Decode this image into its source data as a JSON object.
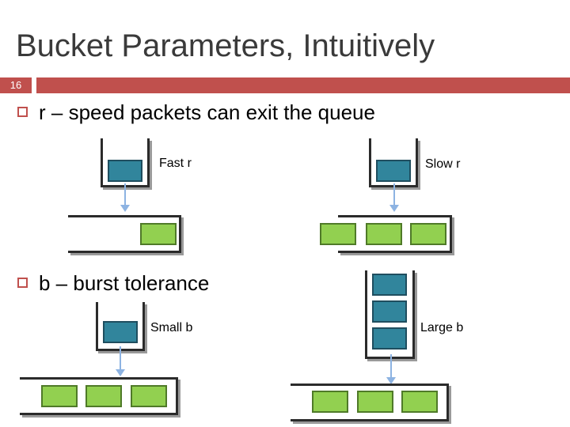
{
  "title": "Bucket Parameters, Intuitively",
  "slide_number": "16",
  "bullets": [
    {
      "text": "r – speed packets can exit the queue"
    },
    {
      "text": "b – burst tolerance"
    }
  ],
  "labels": {
    "fast_r": "Fast r",
    "slow_r": "Slow r",
    "small_b": "Small b",
    "large_b": "Large b"
  },
  "colors": {
    "accent": "#c0504d",
    "packet_blue": "#31859c",
    "packet_green": "#92d050",
    "arrow": "#8db3e2"
  }
}
